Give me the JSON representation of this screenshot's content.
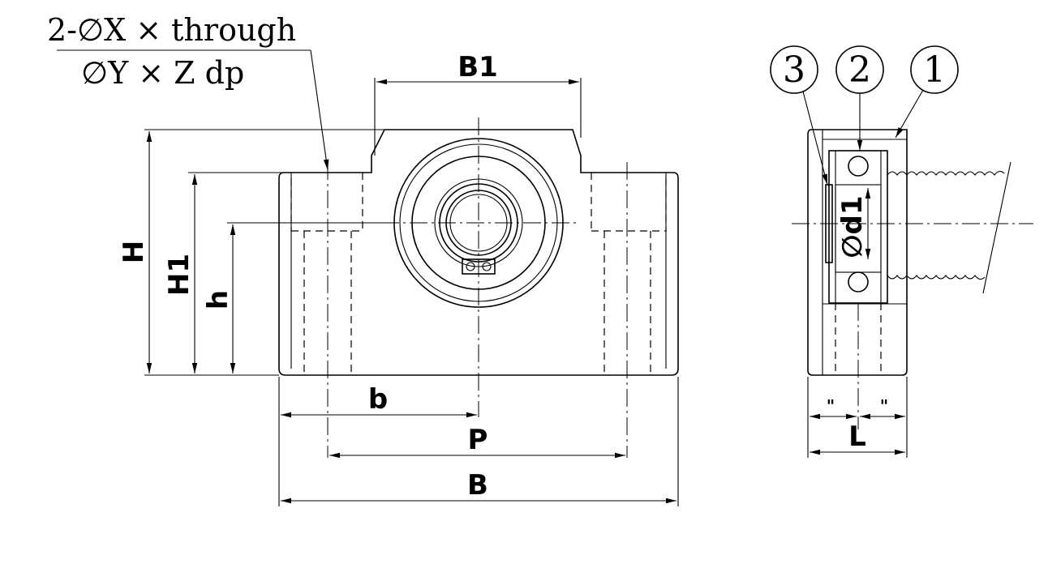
{
  "note": {
    "line1": "2-∅X × through",
    "line2": "∅Y × Z dp"
  },
  "dimensions": {
    "B1": "B1",
    "H": "H",
    "H1": "H1",
    "h": "h",
    "b": "b",
    "P": "P",
    "B": "B",
    "d1": "∅d1",
    "L": "L",
    "quote_left": "\"",
    "quote_right": "\""
  },
  "parts": [
    {
      "id": "3",
      "label": "3"
    },
    {
      "id": "2",
      "label": "2"
    },
    {
      "id": "1",
      "label": "1"
    }
  ]
}
